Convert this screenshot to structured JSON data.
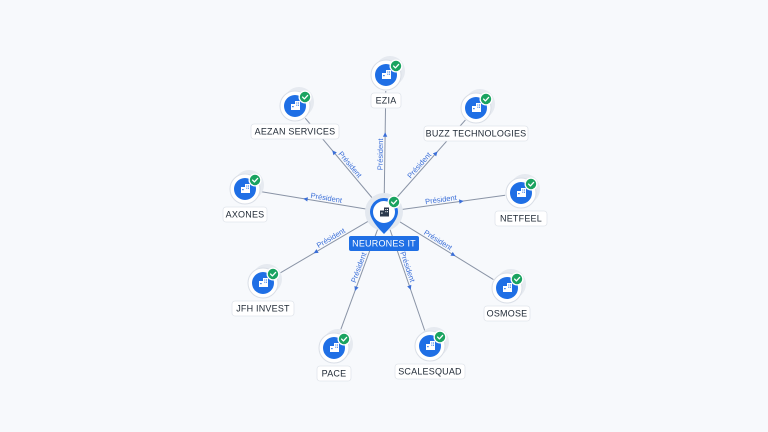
{
  "colors": {
    "accent": "#1f6fe5",
    "edge": "#8a94a6",
    "edge_label": "#3b6fd8",
    "verified_badge": "#1aa360",
    "background": "#f7f9fc"
  },
  "center": {
    "label": "NEURONES IT",
    "icon": "company-building-icon",
    "selected": true
  },
  "relations": [
    {
      "company": "EZIA",
      "relation": "Président",
      "icon": "company-building-icon",
      "verified": true
    },
    {
      "company": "BUZZ TECHNOLOGIES",
      "relation": "Président",
      "icon": "company-building-icon",
      "verified": true
    },
    {
      "company": "NETFEEL",
      "relation": "Président",
      "icon": "company-building-icon",
      "verified": true
    },
    {
      "company": "OSMOSE",
      "relation": "Président",
      "icon": "company-building-icon",
      "verified": true
    },
    {
      "company": "SCALESQUAD",
      "relation": "Président",
      "icon": "company-building-icon",
      "verified": true
    },
    {
      "company": "PACE",
      "relation": "Président",
      "icon": "company-building-icon",
      "verified": true
    },
    {
      "company": "JFH INVEST",
      "relation": "Président",
      "icon": "company-building-icon",
      "verified": true
    },
    {
      "company": "AXONES",
      "relation": "Président",
      "icon": "company-building-icon",
      "verified": true
    },
    {
      "company": "AEZAN SERVICES",
      "relation": "Président",
      "icon": "company-building-icon",
      "verified": true
    }
  ]
}
